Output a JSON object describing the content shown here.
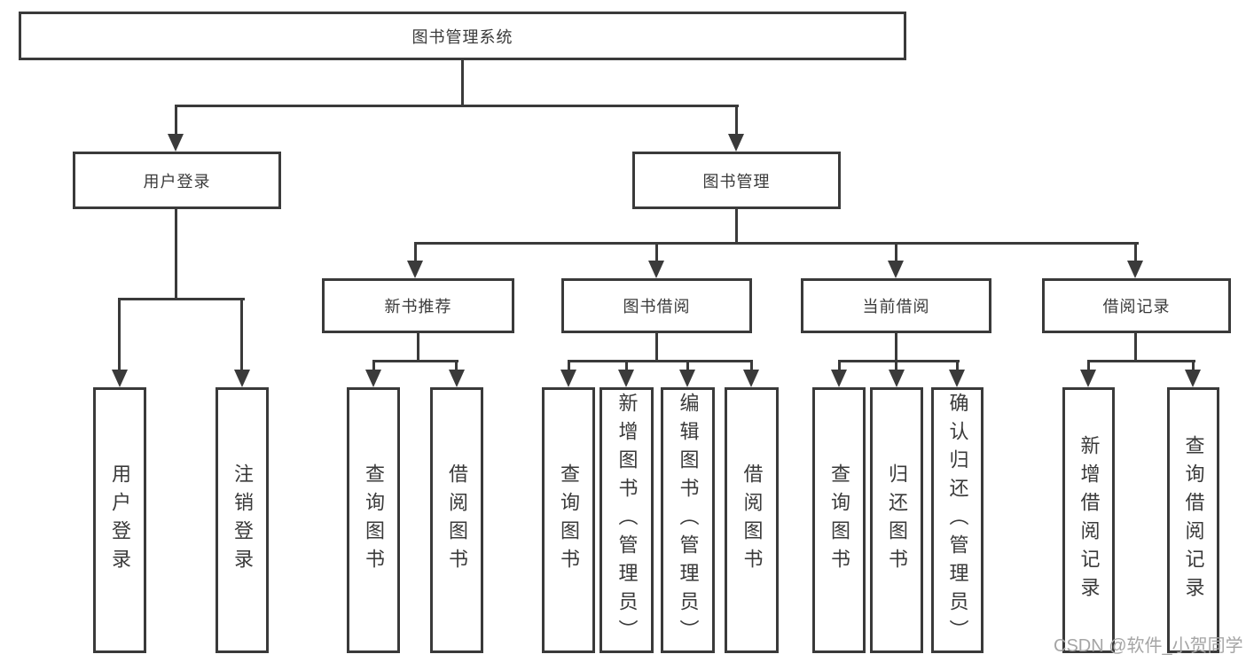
{
  "tree": {
    "label": "图书管理系统",
    "children": [
      {
        "label": "用户登录",
        "children": [
          {
            "label": "用户登录"
          },
          {
            "label": "注销登录"
          }
        ]
      },
      {
        "label": "图书管理",
        "children": [
          {
            "label": "新书推荐",
            "children": [
              {
                "label": "查询图书"
              },
              {
                "label": "借阅图书"
              }
            ]
          },
          {
            "label": "图书借阅",
            "children": [
              {
                "label": "查询图书"
              },
              {
                "label": "新增图书（管理员）"
              },
              {
                "label": "编辑图书（管理员）"
              },
              {
                "label": "借阅图书"
              }
            ]
          },
          {
            "label": "当前借阅",
            "children": [
              {
                "label": "查询图书"
              },
              {
                "label": "归还图书"
              },
              {
                "label": "确认归还（管理员）"
              }
            ]
          },
          {
            "label": "借阅记录",
            "children": [
              {
                "label": "新增借阅记录"
              },
              {
                "label": "查询借阅记录"
              }
            ]
          }
        ]
      }
    ]
  },
  "watermark": {
    "text": "CSDN @软件_小贺同学"
  },
  "colors": {
    "line": "#3a3a3a",
    "text": "#3a3a3a",
    "watermark": "#a5a5a5",
    "background": "#ffffff"
  }
}
